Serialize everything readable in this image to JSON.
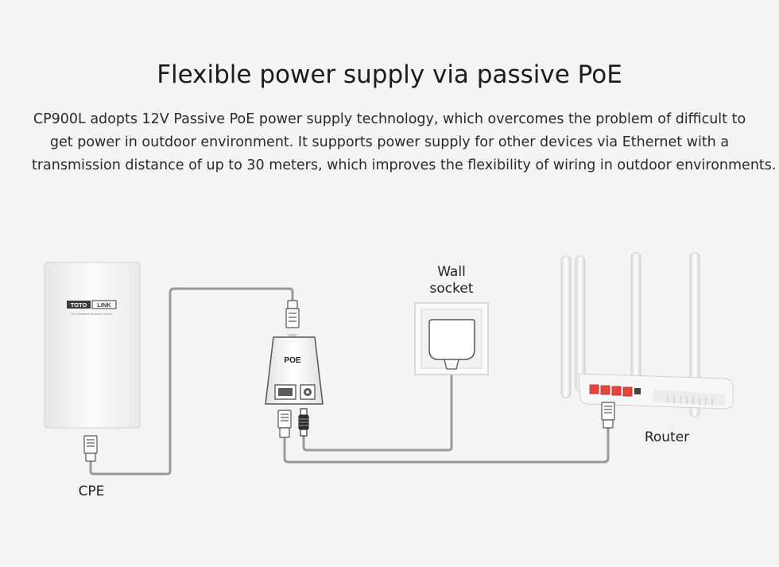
{
  "header": {
    "title": "Flexible power supply via passive PoE",
    "description_lines": [
      "CP900L adopts 12V Passive PoE power supply technology, which overcomes the problem of difficult to",
      "get power in outdoor environment. It supports power supply for other devices via Ethernet with a",
      "transmission distance of up to 30 meters, which improves the flexibility of wiring in outdoor environments."
    ]
  },
  "devices": {
    "cpe": {
      "label": "CPE",
      "brand_left": "TOTO",
      "brand_right": "LINK",
      "tagline": "The Smartest Network Device"
    },
    "poe": {
      "label": "POE"
    },
    "wall_socket": {
      "label_line1": "Wall",
      "label_line2": "socket"
    },
    "router": {
      "label": "Router"
    }
  },
  "colors": {
    "background": "#f4f4f4",
    "cable": "#9a9a9a",
    "router_port": "#e8443a",
    "brand_dark": "#3a3a3a"
  }
}
